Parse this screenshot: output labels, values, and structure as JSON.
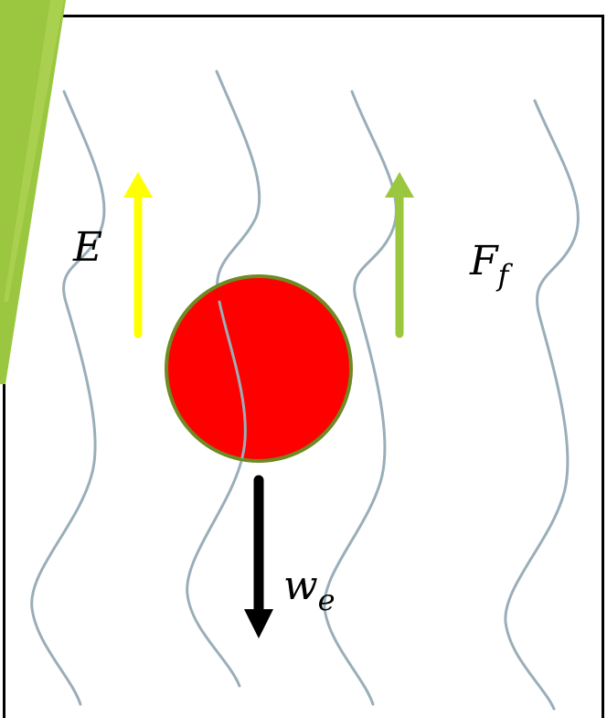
{
  "diagram": {
    "labels": {
      "buoyancy": "E",
      "friction": "F",
      "friction_subscript": "f",
      "weight": "w",
      "weight_subscript": "e"
    },
    "colors": {
      "background": "#ffffff",
      "frame": "#000000",
      "slide_accent": "#9ac73f",
      "wave_lines": "#9aaeb9",
      "sphere_fill": "#ff0000",
      "sphere_outline": "#6e8a23",
      "arrow_buoyancy": "#ffff00",
      "arrow_friction": "#9ac73f",
      "arrow_weight": "#000000"
    }
  }
}
